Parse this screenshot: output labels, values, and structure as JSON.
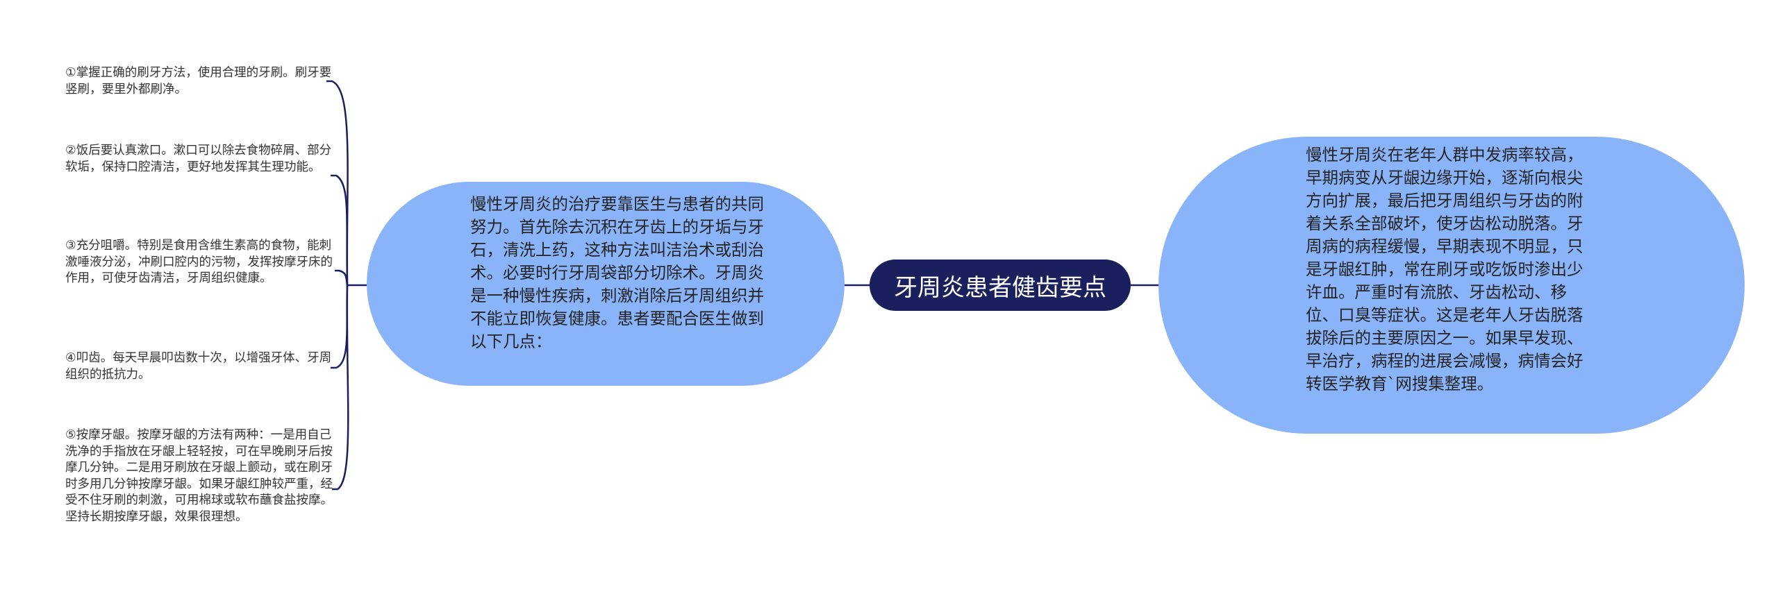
{
  "mindmap": {
    "central_topic": "牙周炎患者健齿要点",
    "right_node": {
      "text": "慢性牙周炎在老年人群中发病率较高，早期病变从牙龈边缘开始，逐渐向根尖方向扩展，最后把牙周组织与牙齿的附着关系全部破坏，使牙齿松动脱落。牙周病的病程缓慢，早期表现不明显，只是牙龈红肿，常在刷牙或吃饭时渗出少许血。严重时有流脓、牙齿松动、移位、口臭等症状。这是老年人牙齿脱落拔除后的主要原因之一。如果早发现、早治疗，病程的进展会减慢，病情会好转医学教育`网搜集整理。"
    },
    "left_node": {
      "text": "慢性牙周炎的治疗要靠医生与患者的共同努力。首先除去沉积在牙齿上的牙垢与牙石，清洗上药，这种方法叫洁治术或刮治术。必要时行牙周袋部分切除术。牙周炎是一种慢性疾病，刺激消除后牙周组织并不能立即恢复健康。患者要配合医生做到以下几点：",
      "children": [
        {
          "text": "①掌握正确的刷牙方法，使用合理的牙刷。刷牙要竖刷，要里外都刷净。"
        },
        {
          "text": "②饭后要认真漱口。漱口可以除去食物碎屑、部分软垢，保持口腔清洁，更好地发挥其生理功能。"
        },
        {
          "text": "③充分咀嚼。特别是食用含维生素高的食物，能刺激唾液分泌，冲刷口腔内的污物，发挥按摩牙床的作用，可使牙齿清洁，牙周组织健康。"
        },
        {
          "text": "④叩齿。每天早晨叩齿数十次，以增强牙体、牙周组织的抵抗力。"
        },
        {
          "text": "⑤按摩牙龈。按摩牙龈的方法有两种：一是用自己洗净的手指放在牙龈上轻轻按，可在早晚刷牙后按摩几分钟。二是用牙刷放在牙龈上颤动，或在刷牙时多用几分钟按摩牙龈。如果牙龈红肿较严重，经受不住牙刷的刺激，可用棉球或软布蘸食盐按摩。坚持长期按摩牙龈，效果很理想。"
        }
      ]
    }
  },
  "colors": {
    "central_fill": "#1a1f5e",
    "bubble_fill": "#8ab4fa",
    "connector": "#1a1f5e"
  }
}
